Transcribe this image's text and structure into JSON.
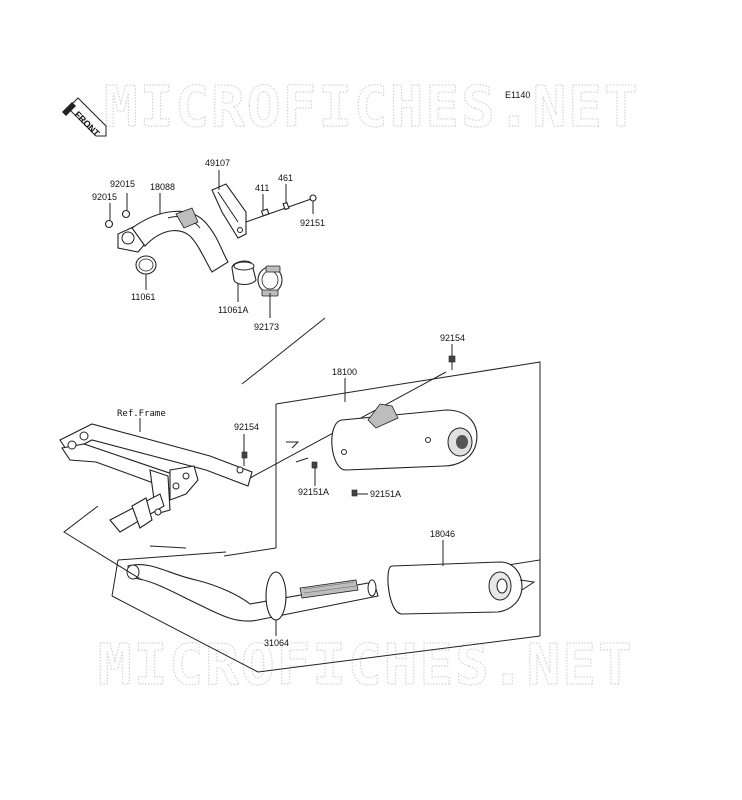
{
  "diagram": {
    "code": "E1140",
    "front_badge": "FRONT",
    "ref_frame": "Ref.Frame",
    "watermark_text": "MICROFICHES.NET",
    "callouts": {
      "p49107": "49107",
      "p92015_a": "92015",
      "p92015_b": "92015",
      "p18088": "18088",
      "p411": "411",
      "p461": "461",
      "p92151": "92151",
      "p11061": "11061",
      "p11061a": "11061A",
      "p92173": "92173",
      "p92154_top": "92154",
      "p18100": "18100",
      "p92154_mid": "92154",
      "p92151a_left": "92151A",
      "p92151a_right": "92151A",
      "p18046": "18046",
      "p31064": "31064"
    },
    "colors": {
      "line": "#222222",
      "watermark": "#d4d4d4",
      "shade": "#bdbdbd"
    }
  }
}
